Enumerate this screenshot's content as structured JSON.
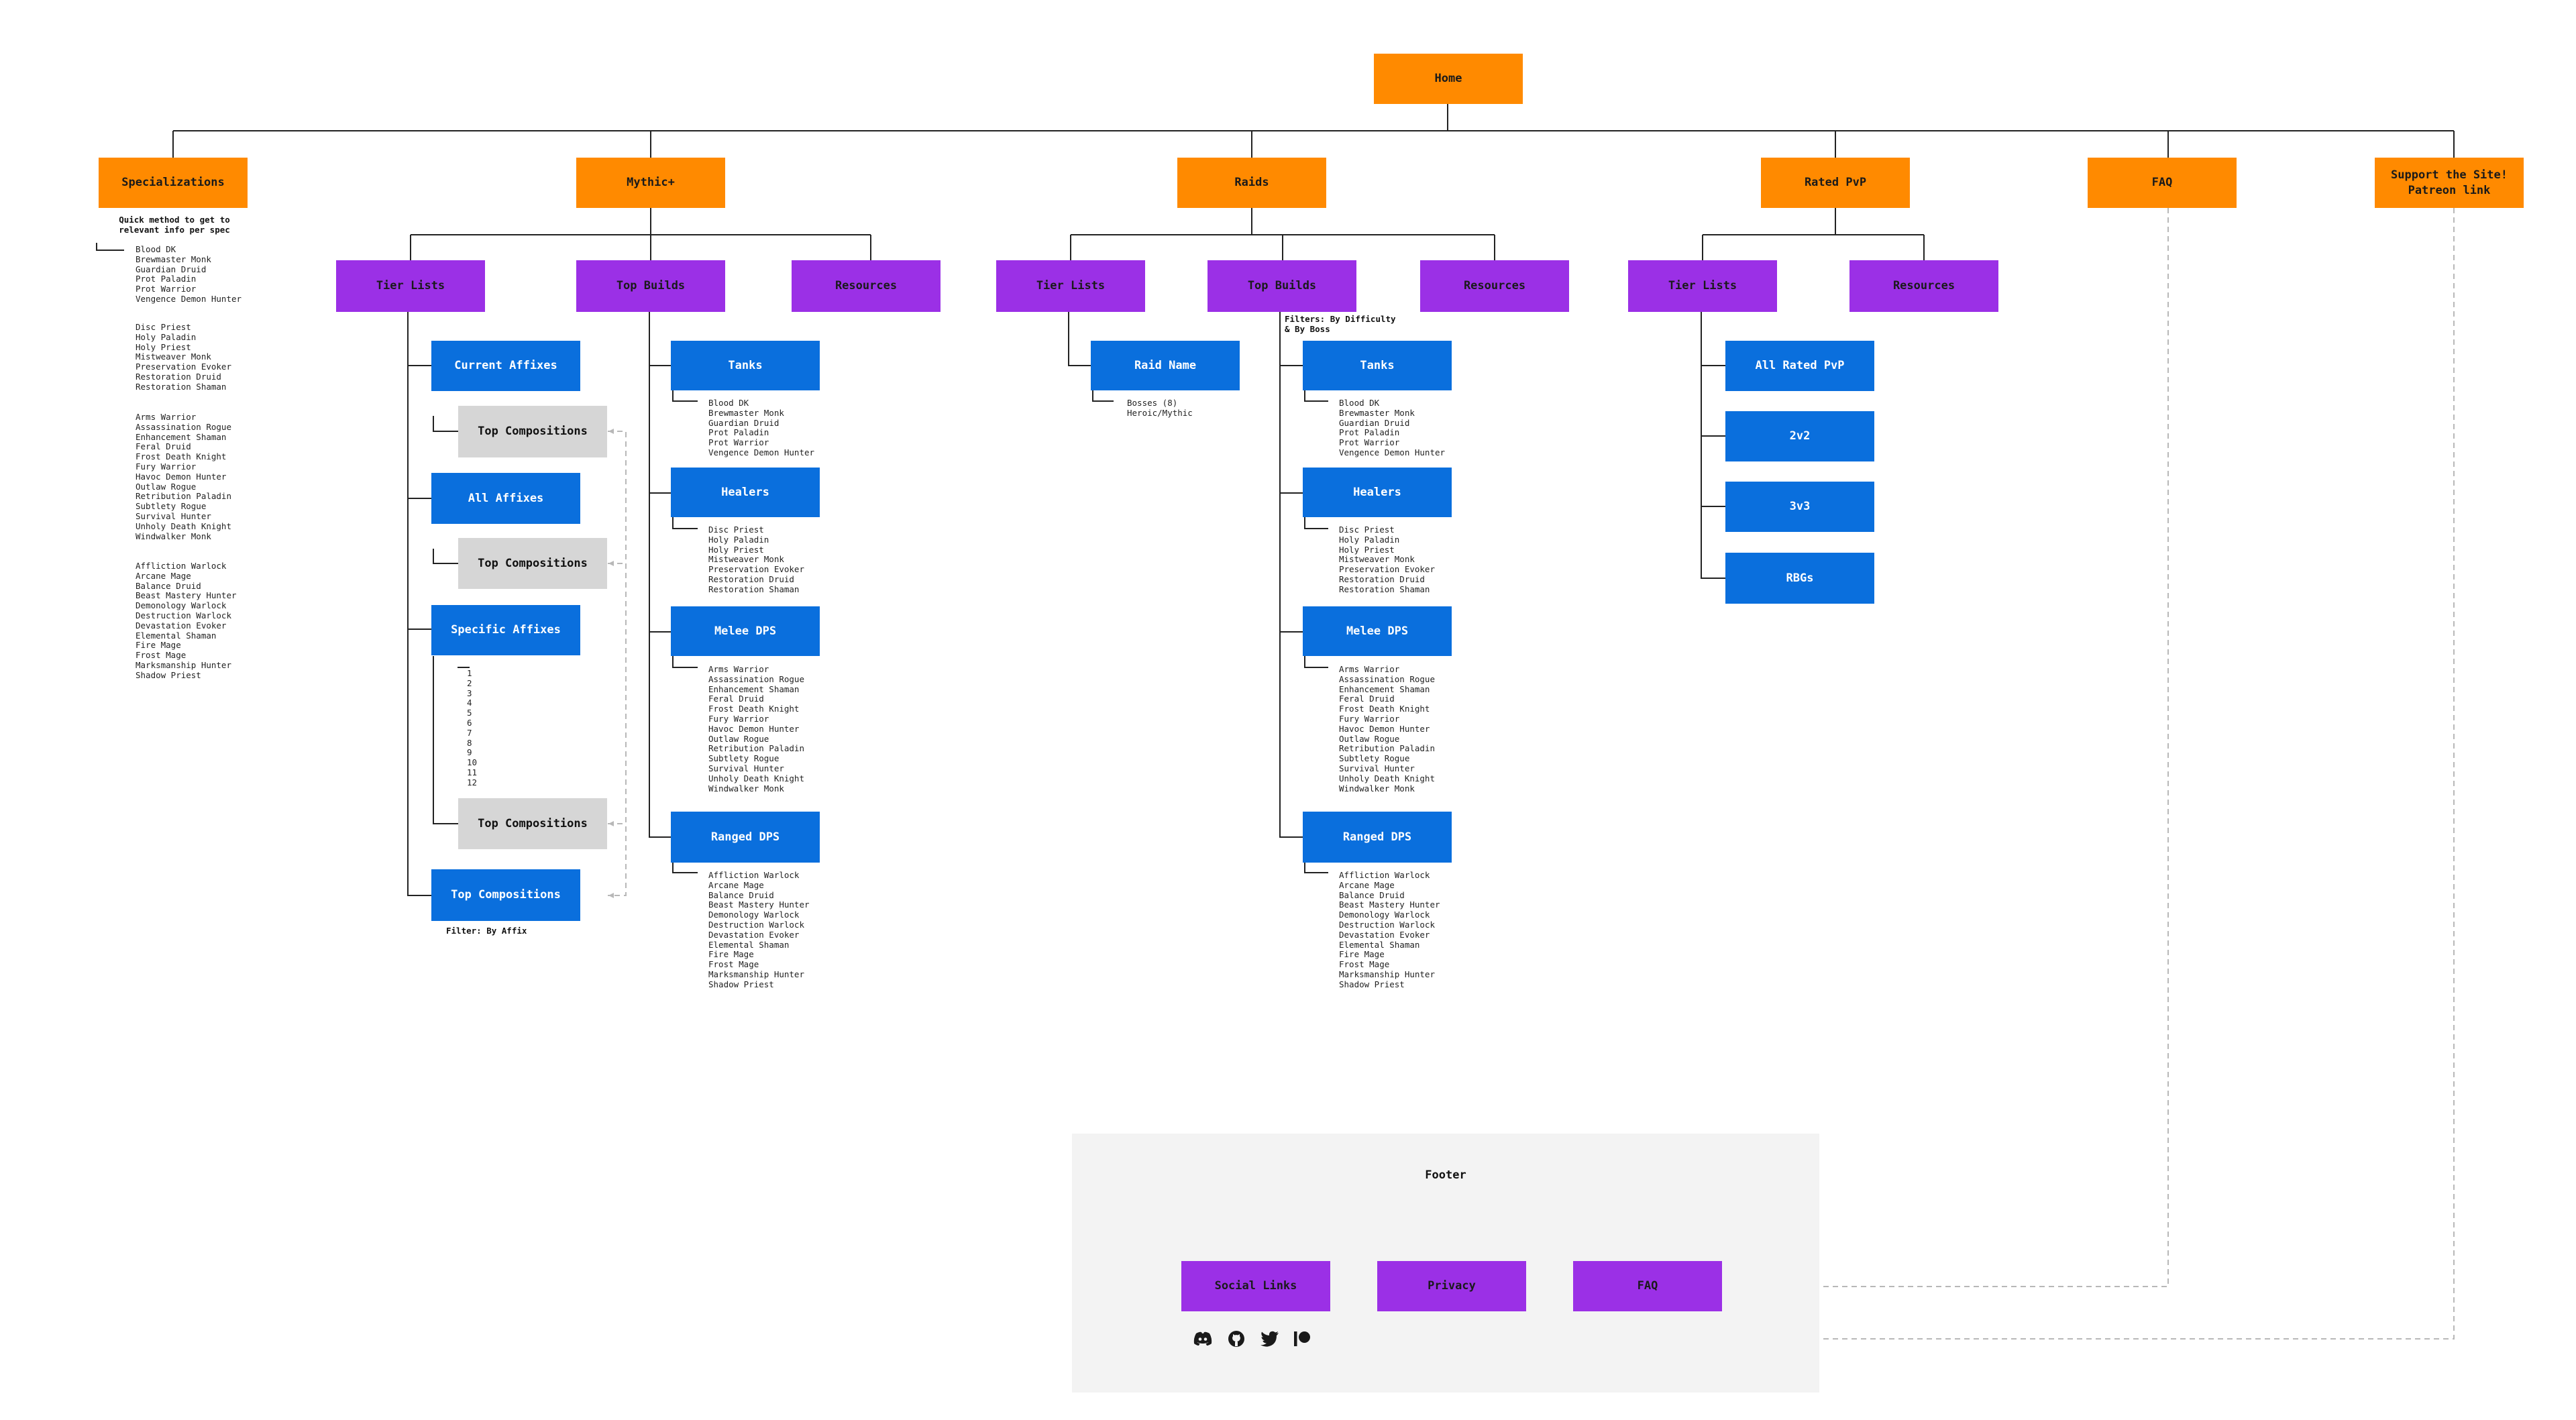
{
  "home": "Home",
  "specializations": {
    "label": "Specializations",
    "note": "Quick method to get to\nrelevant info per spec",
    "tanks": [
      "Blood DK",
      "Brewmaster Monk",
      "Guardian Druid",
      "Prot Paladin",
      "Prot Warrior",
      "Vengence Demon Hunter"
    ],
    "healers": [
      "Disc Priest",
      "Holy Paladin",
      "Holy Priest",
      "Mistweaver Monk",
      "Preservation Evoker",
      "Restoration Druid",
      "Restoration Shaman"
    ],
    "melee": [
      "Arms Warrior",
      "Assassination Rogue",
      "Enhancement Shaman",
      "Feral Druid",
      "Frost Death Knight",
      "Fury Warrior",
      "Havoc Demon Hunter",
      "Outlaw Rogue",
      "Retribution Paladin",
      "Subtlety Rogue",
      "Survival Hunter",
      "Unholy Death Knight",
      "Windwalker Monk"
    ],
    "ranged": [
      "Affliction Warlock",
      "Arcane Mage",
      "Balance Druid",
      "Beast Mastery Hunter",
      "Demonology Warlock",
      "Destruction Warlock",
      "Devastation Evoker",
      "Elemental Shaman",
      "Fire Mage",
      "Frost Mage",
      "Marksmanship Hunter",
      "Shadow Priest"
    ]
  },
  "mythic": {
    "label": "Mythic+",
    "tier_lists": "Tier Lists",
    "top_builds": "Top Builds",
    "resources": "Resources",
    "current_affixes": "Current Affixes",
    "all_affixes": "All Affixes",
    "specific_affixes": "Specific Affixes",
    "top_compositions": "Top Compositions",
    "affix_numbers": [
      "1",
      "2",
      "3",
      "4",
      "5",
      "6",
      "7",
      "8",
      "9",
      "10",
      "11",
      "12"
    ],
    "filter_note": "Filter: By Affix"
  },
  "raids": {
    "label": "Raids",
    "tier_lists": "Tier Lists",
    "top_builds": "Top Builds",
    "resources": "Resources",
    "raid_name": "Raid Name",
    "raid_items": [
      "Bosses (8)",
      "Heroic/Mythic"
    ],
    "filter_note": "Filters: By Difficulty\n& By Boss"
  },
  "roles": {
    "tanks": "Tanks",
    "healers": "Healers",
    "melee": "Melee DPS",
    "ranged": "Ranged DPS"
  },
  "pvp": {
    "label": "Rated PvP",
    "tier_lists": "Tier Lists",
    "resources": "Resources",
    "brackets": [
      "All Rated PvP",
      "2v2",
      "3v3",
      "RBGs"
    ]
  },
  "faq": "FAQ",
  "support": "Support the Site!\nPatreon link",
  "footer": {
    "title": "Footer",
    "social": "Social Links",
    "privacy": "Privacy",
    "faq": "FAQ",
    "icons": [
      "discord-icon",
      "github-icon",
      "twitter-icon",
      "patreon-icon"
    ]
  },
  "colors": {
    "orange": "#ff8a00",
    "purple": "#9b30e6",
    "blue": "#0a6fdd",
    "grey": "#d6d6d6"
  }
}
